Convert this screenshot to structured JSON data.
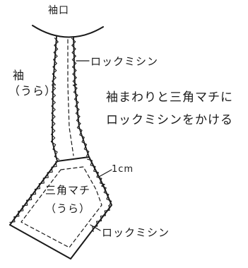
{
  "labels": {
    "cuff": "袖口",
    "serge_top": "ロックミシン",
    "sleeve_name": "袖",
    "sleeve_side": "（うら）",
    "note_line1": "袖まわりと三角マチに",
    "note_line2": "ロックミシンをかける",
    "seam_width": "1cm",
    "gusset_name": "三角マチ",
    "gusset_side": "（うら）",
    "serge_bottom": "ロックミシン"
  },
  "colors": {
    "ink": "#1a1a1a",
    "paper": "#ffffff"
  }
}
